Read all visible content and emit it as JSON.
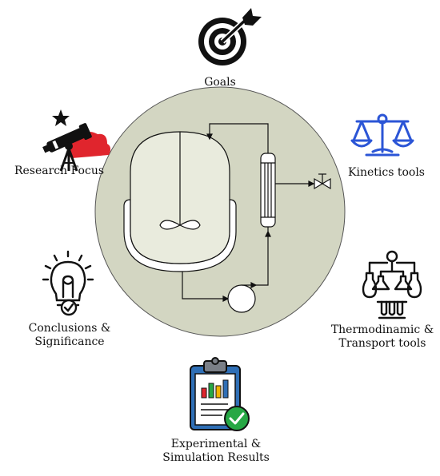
{
  "labels": {
    "goals": "Goals",
    "research_focus": "Research Focus",
    "kinetics_tools": "Kinetics tools",
    "conclusions_line1": "Conclusions &",
    "conclusions_line2": "Significance",
    "thermo_line1": "Thermodinamic &",
    "thermo_line2": "Transport tools",
    "experimental_line1": "Experimental &",
    "experimental_line2": "Simulation Results"
  },
  "icons": {
    "goals": "target-icon",
    "research_focus": "telescope-icon",
    "kinetics_tools": "scale-icon",
    "conclusions": "lightbulb-icon",
    "thermo": "lab-flasks-icon",
    "experimental": "clipboard-chart-icon"
  },
  "colors": {
    "circle_fill": "#d3d6c2",
    "circle_stroke": "#555555",
    "reactor_fill": "#e9ebdd",
    "kinetics_blue": "#2b55d6",
    "cloud_red": "#e0252d",
    "clipboard_blue": "#2f6fb6",
    "check_green": "#27a845"
  }
}
